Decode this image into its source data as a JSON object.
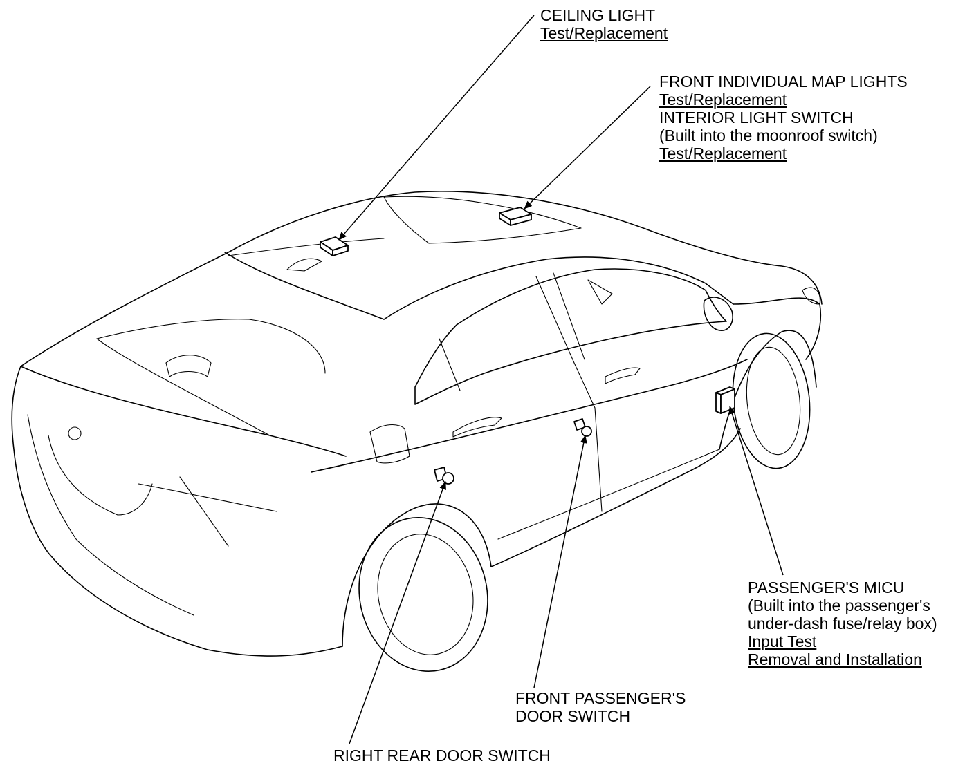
{
  "callouts": {
    "ceiling_light": {
      "title": "CEILING LIGHT",
      "link": "Test/Replacement"
    },
    "front_map_lights": {
      "title": "FRONT INDIVIDUAL MAP LIGHTS",
      "link1": "Test/Replacement",
      "title2": "INTERIOR LIGHT SWITCH",
      "note": "(Built into the moonroof switch)",
      "link2": "Test/Replacement"
    },
    "micu": {
      "title": "PASSENGER'S MICU",
      "note1": "(Built into the passenger's",
      "note2": "under-dash fuse/relay box)",
      "link1": "Input Test",
      "link2": "Removal and Installation"
    },
    "front_door_switch": {
      "line1": "FRONT PASSENGER'S",
      "line2": "DOOR SWITCH"
    },
    "rear_door_switch": {
      "line1": "RIGHT REAR DOOR SWITCH"
    }
  }
}
